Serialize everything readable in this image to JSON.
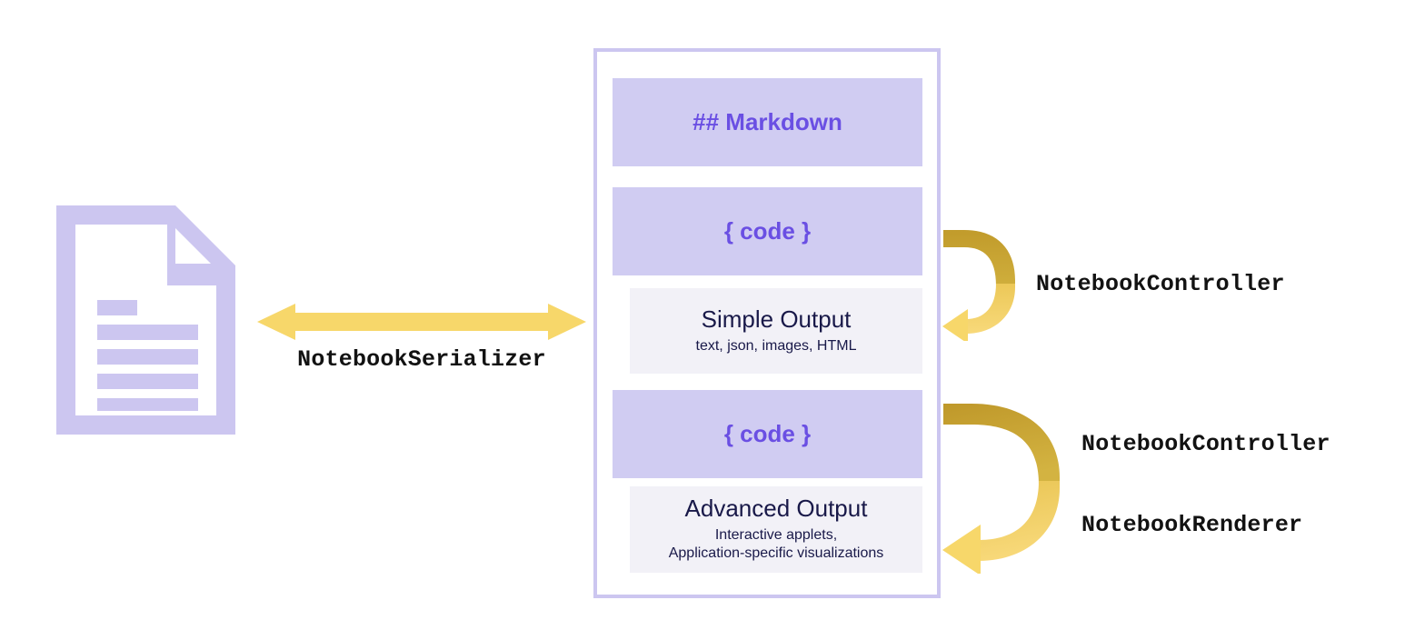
{
  "diagram": {
    "title": "Notebook architecture data flow",
    "background": "#ffffff",
    "colors": {
      "cell_fill": "#d0ccf2",
      "cell_text": "#6a4fe3",
      "output_fill": "#f2f1f7",
      "output_text": "#191949",
      "container_border": "#ccc6f0",
      "doc_icon": "#ccc6f0",
      "arrow_yellow": "#f7d76a",
      "arrow_gold": "#c9a430",
      "label_text": "#121212"
    }
  },
  "document_icon": {
    "name": "notebook-file-icon",
    "line_count": 5
  },
  "serializer": {
    "label": "NotebookSerializer",
    "arrow": "double-headed-horizontal-arrow",
    "direction": "bidirectional"
  },
  "notebook": {
    "cells": [
      {
        "type": "markdown",
        "label": "## Markdown"
      },
      {
        "type": "code",
        "label": "{ code }"
      },
      {
        "type": "output",
        "title": "Simple Output",
        "subtitle": "text, json, images, HTML"
      },
      {
        "type": "code",
        "label": "{ code }"
      },
      {
        "type": "output",
        "title": "Advanced Output",
        "subtitle_line1": "Interactive applets,",
        "subtitle_line2": "Application-specific visualizations"
      }
    ]
  },
  "connectors": {
    "top": {
      "arrow": "curved-arrow-left",
      "labels": [
        "NotebookController"
      ]
    },
    "bottom": {
      "arrow": "curved-arrow-left",
      "labels": [
        "NotebookController",
        "NotebookRenderer"
      ]
    }
  }
}
